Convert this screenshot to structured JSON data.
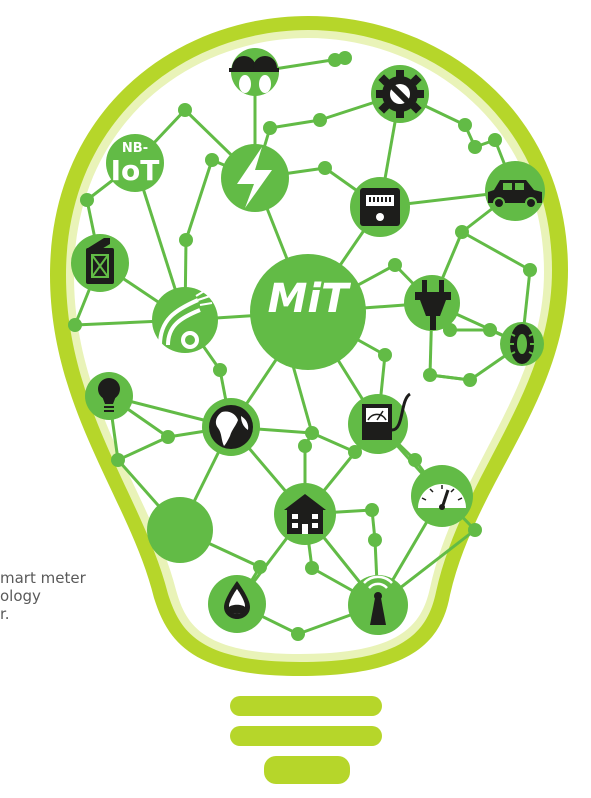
{
  "center": {
    "label": "MiT"
  },
  "nbiot": {
    "line1": "NB-",
    "line2": "IoT"
  },
  "caption": {
    "lines": [
      "mart meter",
      "ology",
      "r."
    ]
  },
  "colors": {
    "bulb_outer": "#b6d62a",
    "bulb_inner": "#e9f3b8",
    "node": "#62bb46",
    "icon": "#1d1d1b",
    "text_white": "#ffffff",
    "caption": "#5a5a5a"
  },
  "nodes": [
    {
      "name": "center-mit-node"
    },
    {
      "name": "lightning-icon"
    },
    {
      "name": "worker-helmets-icon"
    },
    {
      "name": "wrench-gear-icon"
    },
    {
      "name": "nb-iot-icon"
    },
    {
      "name": "fuel-can-icon"
    },
    {
      "name": "meter-display-icon"
    },
    {
      "name": "car-icon"
    },
    {
      "name": "fiber-cable-icon"
    },
    {
      "name": "plug-icon"
    },
    {
      "name": "tire-icon"
    },
    {
      "name": "bulb-icon"
    },
    {
      "name": "globe-icon"
    },
    {
      "name": "gauge-meter-icon"
    },
    {
      "name": "speedometer-icon"
    },
    {
      "name": "blank-node"
    },
    {
      "name": "house-icon"
    },
    {
      "name": "water-drop-icon"
    },
    {
      "name": "antenna-icon"
    }
  ]
}
